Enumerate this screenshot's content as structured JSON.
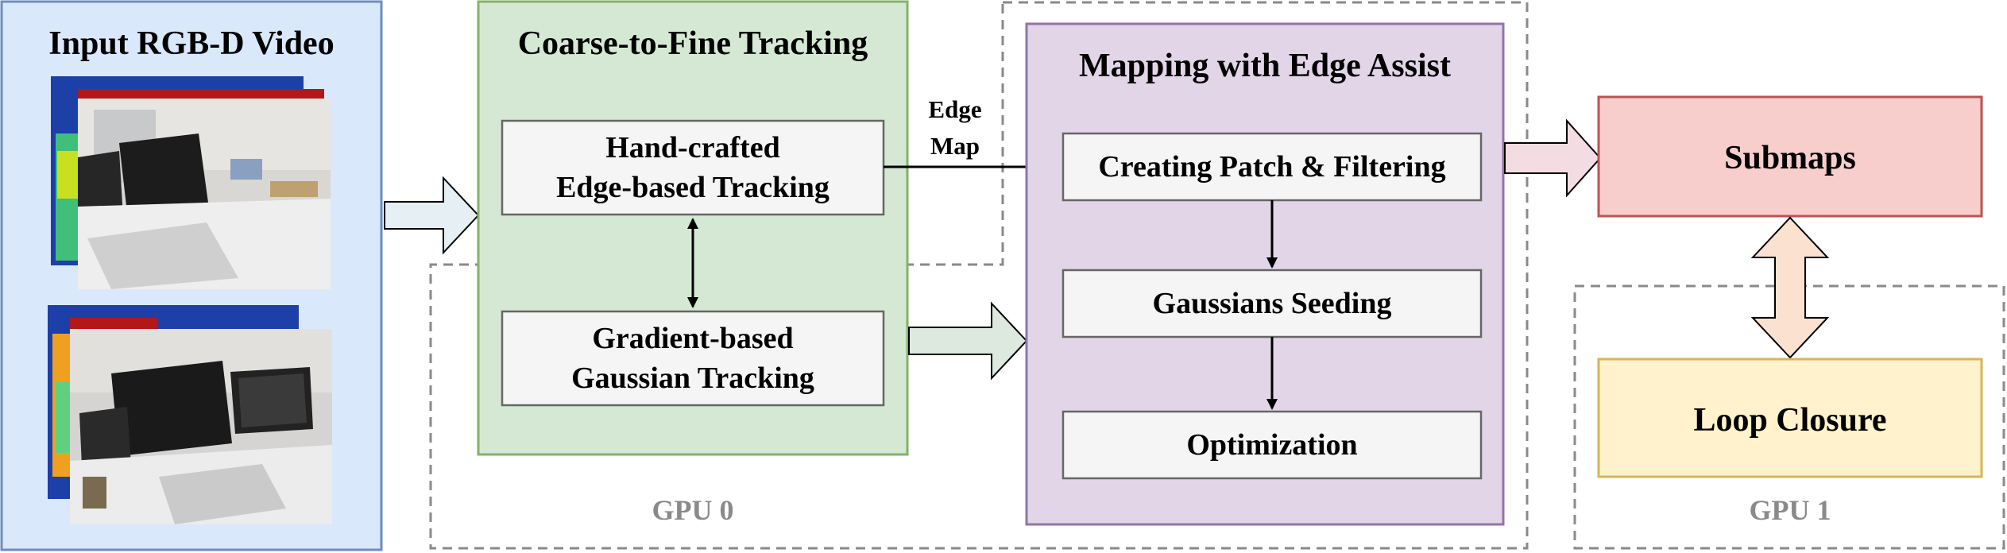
{
  "input": {
    "title": "Input RGB-D Video"
  },
  "tracking": {
    "title": "Coarse-to-Fine Tracking",
    "edge_box": [
      "Hand-crafted",
      "Edge-based Tracking"
    ],
    "gauss_box": [
      "Gradient-based",
      "Gaussian Tracking"
    ]
  },
  "edge_map_label": [
    "Edge",
    "Map"
  ],
  "mapping": {
    "title": "Mapping with Edge Assist",
    "steps": [
      "Creating Patch & Filtering",
      "Gaussians Seeding",
      "Optimization"
    ]
  },
  "submaps": {
    "label": "Submaps"
  },
  "loop_closure": {
    "label": "Loop Closure"
  },
  "gpu0": {
    "label": "GPU 0"
  },
  "gpu1": {
    "label": "GPU 1"
  },
  "colors": {
    "input_fill": "#dae8fc",
    "input_stroke": "#6c8ebf",
    "tracking_fill": "#d5e8d4",
    "tracking_stroke": "#82b366",
    "mapping_fill": "#e1d5e7",
    "mapping_stroke": "#9673a6",
    "submaps_fill": "#f8cecc",
    "submaps_stroke": "#b85450",
    "loop_fill": "#fff2cc",
    "loop_stroke": "#d6b656",
    "inner_box_fill": "#f5f5f5",
    "inner_box_stroke": "#666666"
  }
}
